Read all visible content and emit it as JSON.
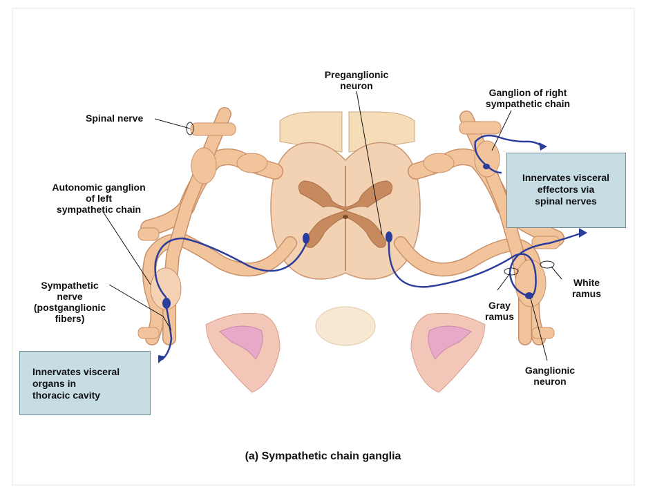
{
  "caption": "(a) Sympathetic chain ganglia",
  "labels": {
    "spinal_nerve": "Spinal nerve",
    "preganglionic_neuron": "Preganglionic\nneuron",
    "ganglion_right_chain": "Ganglion of right\nsympathetic chain",
    "autonomic_ganglion_left": "Autonomic ganglion\nof left\nsympathetic chain",
    "sympathetic_nerve": "Sympathetic\nnerve\n(postganglionic\nfibers)",
    "white_ramus": "White\nramus",
    "gray_ramus": "Gray\nramus",
    "ganglionic_neuron": "Ganglionic\nneuron"
  },
  "boxes": {
    "right": "Innervates visceral\neffectors via\nspinal nerves",
    "left": "Innervates visceral\norgans in\nthoracic cavity"
  },
  "colors": {
    "nerve_fill": "#f2c49c",
    "nerve_stroke": "#c98f68",
    "gray_matter": "#c78a5e",
    "white_matter": "#f3d2b4",
    "neuron_blue": "#2b3d9a",
    "box_fill": "#c6dde3",
    "vertebra_fill": "#f3c7b8",
    "disc_fill": "#f7e8d4"
  }
}
